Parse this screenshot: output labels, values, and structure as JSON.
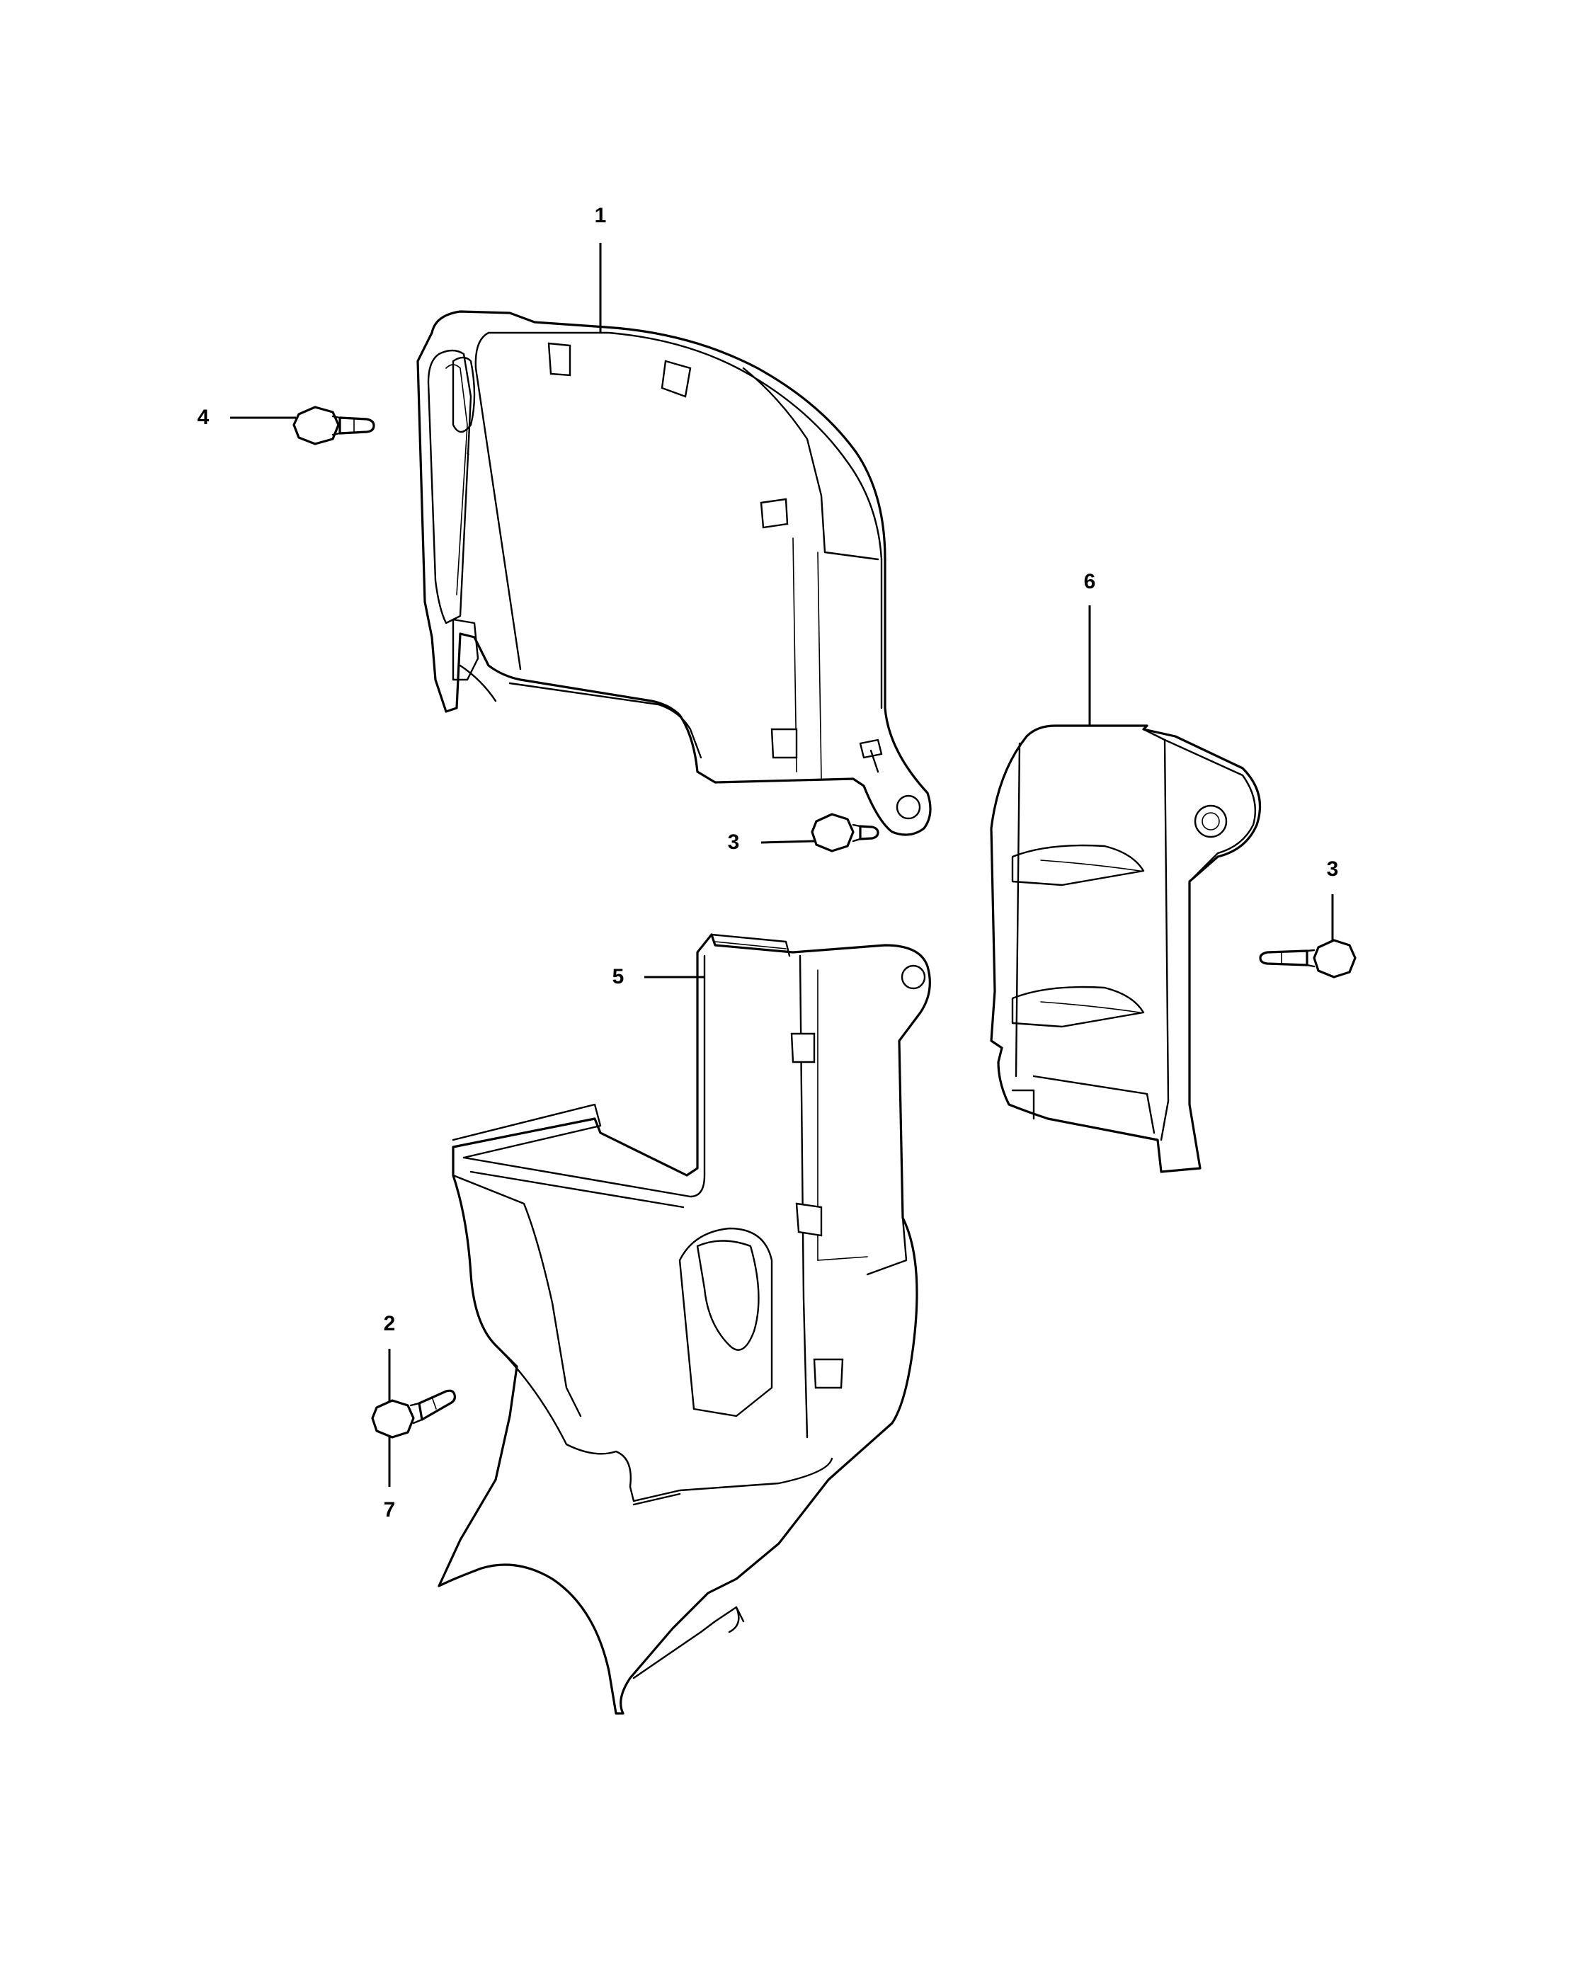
{
  "diagram": {
    "callouts": [
      {
        "id": "c1",
        "label": "1"
      },
      {
        "id": "c4",
        "label": "4"
      },
      {
        "id": "c3a",
        "label": "3"
      },
      {
        "id": "c6",
        "label": "6"
      },
      {
        "id": "c3b",
        "label": "3"
      },
      {
        "id": "c5",
        "label": "5"
      },
      {
        "id": "c2",
        "label": "2"
      },
      {
        "id": "c7",
        "label": "7"
      }
    ]
  }
}
